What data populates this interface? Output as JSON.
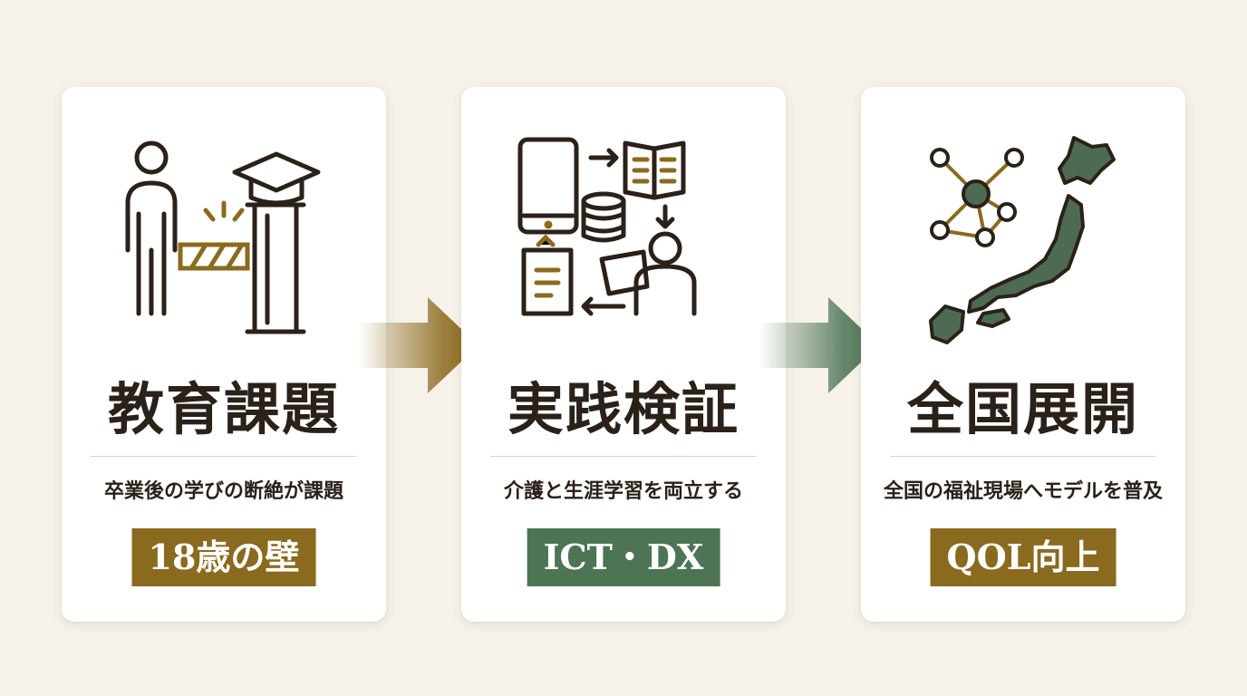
{
  "colors": {
    "background": "#f6f2ea",
    "ink": "#2a2119",
    "gold": "#8a6a1e",
    "green": "#4d7455",
    "card": "#ffffff"
  },
  "steps": [
    {
      "title": "教育課題",
      "description": "卒業後の学びの断絶が課題",
      "badge": "18歳の壁",
      "badge_color": "#8a6a1e",
      "icon": "person-barrier-graduation-icon"
    },
    {
      "title": "実践検証",
      "description": "介護と生涯学習を両立する",
      "badge": "ICT・DX",
      "badge_color": "#4d7455",
      "icon": "digital-learning-cycle-icon"
    },
    {
      "title": "全国展開",
      "description": "全国の福祉現場へモデルを普及",
      "badge": "QOL向上",
      "badge_color": "#8a6a1e",
      "icon": "japan-network-map-icon"
    }
  ],
  "connectors": [
    {
      "from": 0,
      "to": 1,
      "color": "#8a6a1e",
      "icon": "arrow-right-icon"
    },
    {
      "from": 1,
      "to": 2,
      "color": "#4d7455",
      "icon": "arrow-right-icon"
    }
  ]
}
